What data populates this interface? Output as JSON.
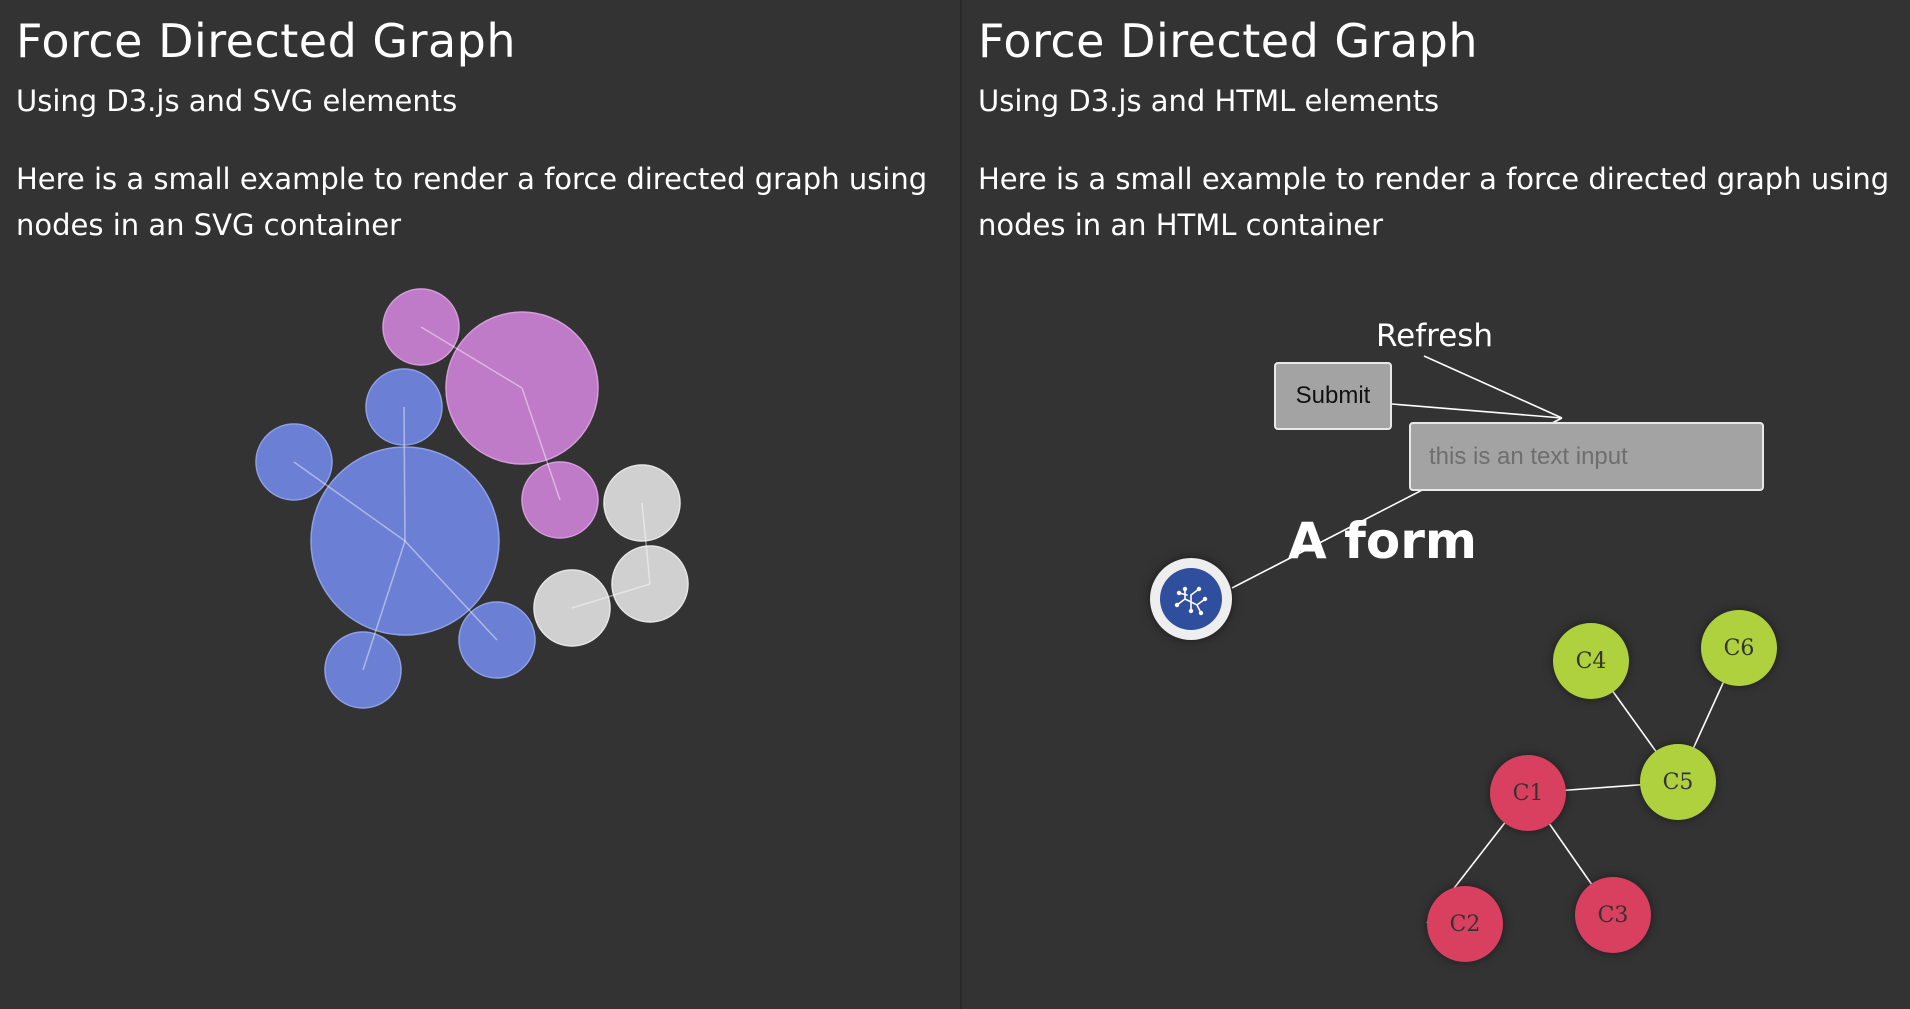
{
  "left": {
    "title": "Force Directed Graph",
    "subtitle": "Using D3.js and SVG elements",
    "description": "Here is a small example to render a force directed graph using nodes in an SVG container"
  },
  "right": {
    "title": "Force Directed Graph",
    "subtitle": "Using D3.js and HTML elements",
    "description": "Here is a small example to render a force directed graph using nodes in an HTML container",
    "refresh_label": "Refresh",
    "submit_label": "Submit",
    "input_placeholder": "this is an text input",
    "form_label": "A form",
    "c_nodes": [
      "C1",
      "C2",
      "C3",
      "C4",
      "C5",
      "C6"
    ]
  },
  "colors": {
    "background": "#333333",
    "blue_group": "#6b7fd4",
    "purple_group": "#bf7ac8",
    "gray_group": "#d0d0d0",
    "red_group": "#d93f5e",
    "green_group": "#aed13d",
    "link_line": "#ffffff"
  }
}
